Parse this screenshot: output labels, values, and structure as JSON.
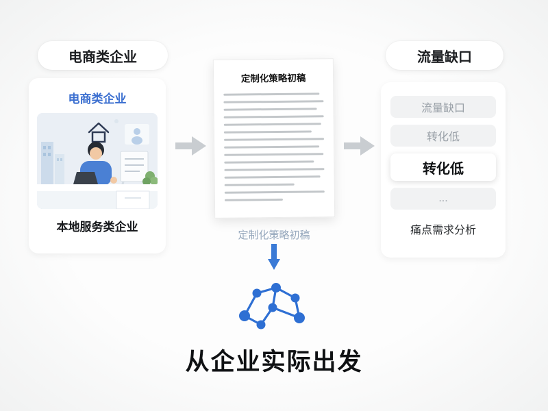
{
  "colors": {
    "accent_blue": "#3b6fd0",
    "network_blue": "#2e6fd3",
    "arrow_gray": "#c9cdd1",
    "headline_dark": "#0f1113"
  },
  "left_panel": {
    "pill_label": "电商类企业",
    "card_title": "电商类企业",
    "card_caption": "本地服务类企业",
    "illustration_icon": "office-illustration"
  },
  "center_panel": {
    "doc_title": "定制化策略初稿",
    "doc_caption": "定制化策略初稿",
    "network_icon": "network-graph-icon",
    "headline": "从企业实际出发"
  },
  "right_panel": {
    "pill_label": "流量缺口",
    "items": [
      {
        "label": "流量缺口",
        "emphasis": "muted"
      },
      {
        "label": "转化低",
        "emphasis": "muted"
      },
      {
        "label": "转化低",
        "emphasis": "bold"
      },
      {
        "label": "...",
        "emphasis": "muted"
      }
    ],
    "caption": "痛点需求分析"
  }
}
